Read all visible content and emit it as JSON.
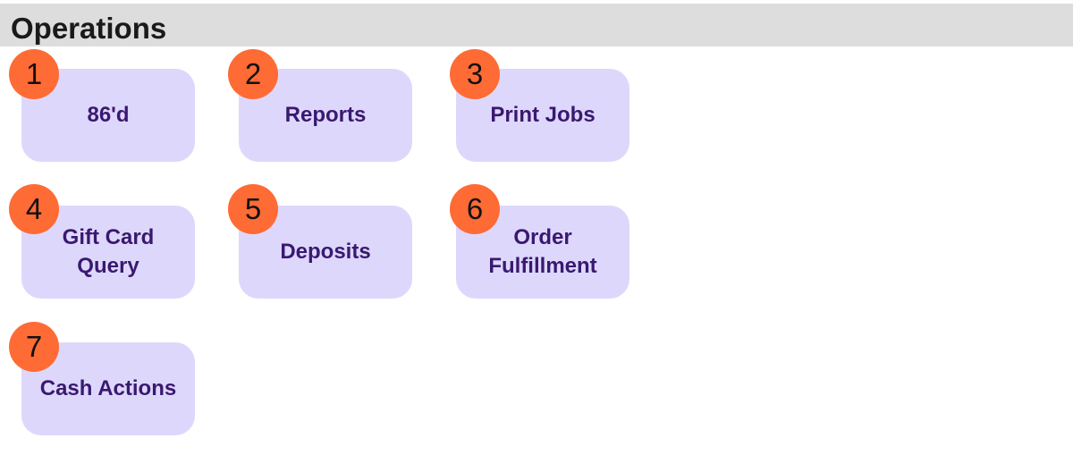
{
  "header": {
    "title": "Operations",
    "background": "#dddddd"
  },
  "colors": {
    "tile_background": "#ddd8fb",
    "tile_text": "#3a1870",
    "badge_background": "#ff6b35"
  },
  "tiles": [
    {
      "index": "1",
      "label": "86'd"
    },
    {
      "index": "2",
      "label": "Reports"
    },
    {
      "index": "3",
      "label": "Print Jobs"
    },
    {
      "index": "4",
      "label": "Gift Card\nQuery"
    },
    {
      "index": "5",
      "label": "Deposits"
    },
    {
      "index": "6",
      "label": "Order\nFulfillment"
    },
    {
      "index": "7",
      "label": "Cash Actions"
    }
  ]
}
